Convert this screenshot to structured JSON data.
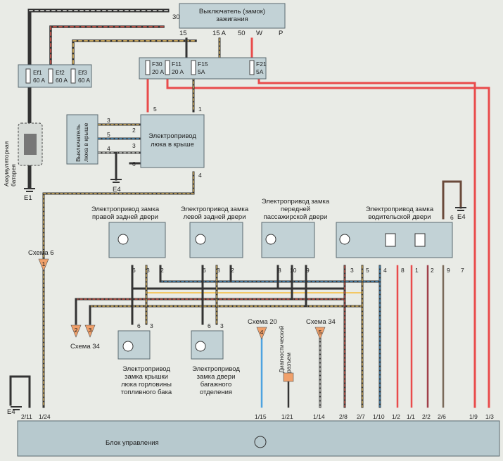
{
  "ignition_switch": {
    "title": "Выключатель (замок) зажигания",
    "terminals": [
      "30",
      "15",
      "15 A",
      "50",
      "W",
      "P"
    ]
  },
  "fuses_main": [
    {
      "name": "Ef1",
      "rating": "60 A"
    },
    {
      "name": "Ef2",
      "rating": "60 A"
    },
    {
      "name": "Ef3",
      "rating": "60 A"
    }
  ],
  "fuses_block": [
    {
      "name": "F30",
      "rating": "20 A"
    },
    {
      "name": "F11",
      "rating": "20 A"
    },
    {
      "name": "F15",
      "rating": "5A"
    },
    {
      "name": "F21",
      "rating": "5A"
    }
  ],
  "battery": {
    "label": "Аккумуляторная батарея",
    "ground": "E1"
  },
  "roof_switch": {
    "label": "Выключатель люка в крыше",
    "pins": [
      "3",
      "5",
      "4"
    ]
  },
  "roof_drive": {
    "label": "Электропривод люка в крыше",
    "pins": [
      "5",
      "1",
      "2",
      "3",
      "6",
      "4"
    ],
    "ground": "E4"
  },
  "door_locks": [
    {
      "label": "Электропривод замка правой задней двери",
      "pins": [
        "6",
        "3",
        "2"
      ]
    },
    {
      "label": "Электропривод замка левой задней двери",
      "pins": [
        "6",
        "3",
        "2"
      ]
    },
    {
      "label": "Электропривод замка передней пассажирской двери",
      "pins": [
        "8",
        "10",
        "9"
      ]
    },
    {
      "label": "Электропривод замка водительской двери",
      "pins": [
        "3",
        "5",
        "4",
        "8",
        "1",
        "2",
        "9",
        "7",
        "6"
      ],
      "ground": "E4"
    }
  ],
  "fuel_lock": {
    "label": "Электропривод замка крышки люка горловины топливного бака",
    "pins": [
      "6",
      "3"
    ]
  },
  "trunk_lock": {
    "label": "Электропривод замка двери багажного отделения",
    "pins": [
      "6",
      "3"
    ]
  },
  "refs": [
    {
      "id": "1",
      "label": "Схема 6"
    },
    {
      "id": "2",
      "label": ""
    },
    {
      "id": "3",
      "label": "Схема 34"
    },
    {
      "id": "4",
      "label": "Схема 20"
    },
    {
      "id": "5",
      "label": "Схема 34"
    }
  ],
  "diag": {
    "label": "Диагностический разъем"
  },
  "control_unit": {
    "label": "Блок управления",
    "ground": "E4",
    "pins": [
      "2/11",
      "1/24",
      "1/15",
      "1/21",
      "1/14",
      "2/8",
      "2/7",
      "1/10",
      "1/2",
      "1/1",
      "2/2",
      "2/6",
      "1/9",
      "1/3"
    ]
  }
}
